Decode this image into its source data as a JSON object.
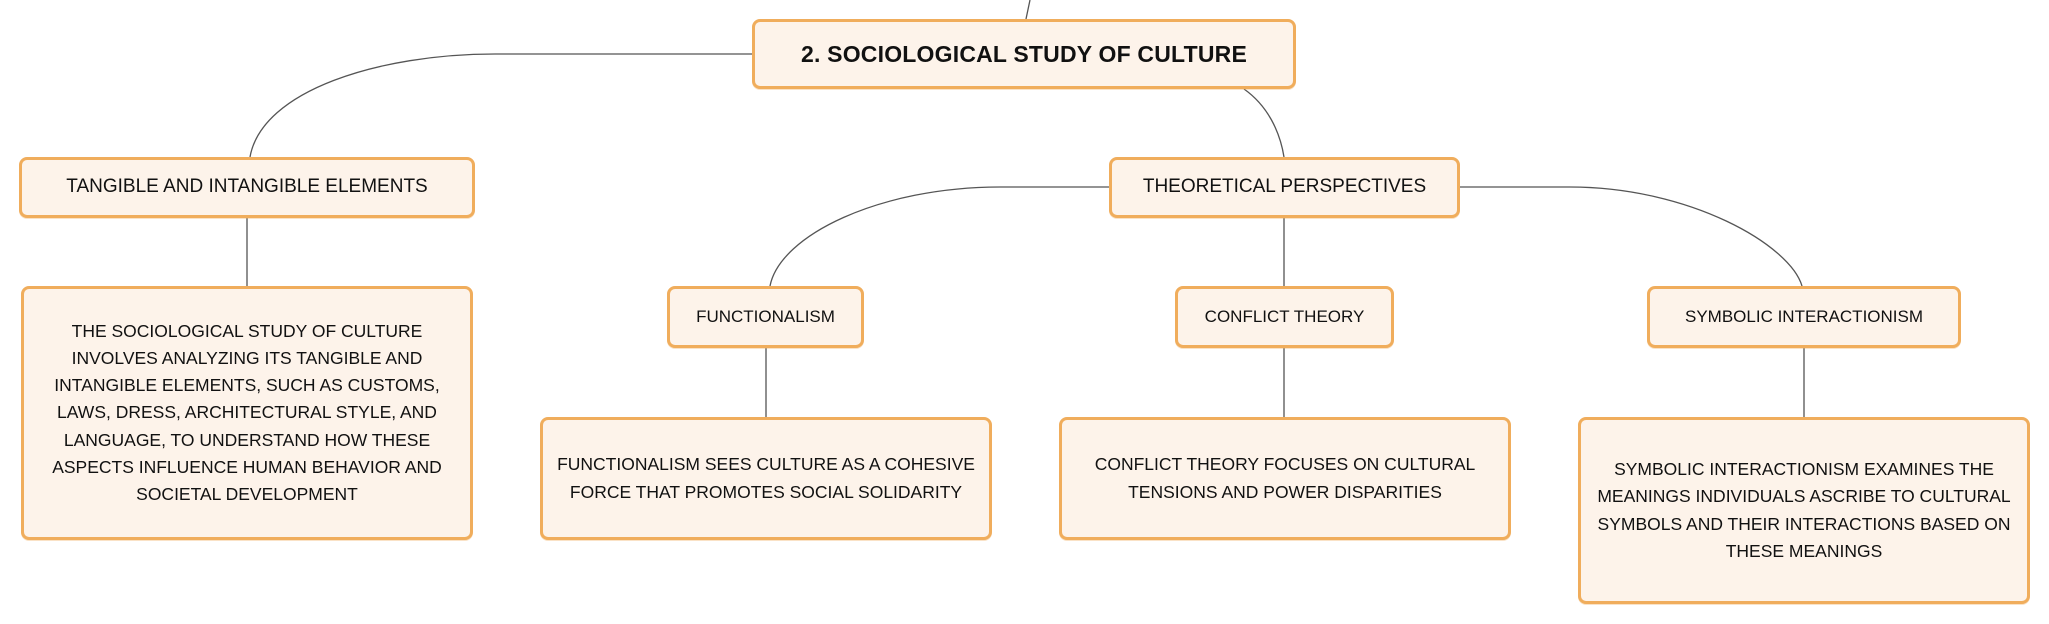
{
  "diagram": {
    "root": {
      "label": "2. SOCIOLOGICAL STUDY OF CULTURE"
    },
    "tangible": {
      "label": "TANGIBLE AND INTANGIBLE ELEMENTS",
      "description": "THE SOCIOLOGICAL STUDY OF CULTURE INVOLVES ANALYZING ITS TANGIBLE AND INTANGIBLE ELEMENTS, SUCH AS CUSTOMS, LAWS, DRESS, ARCHITECTURAL STYLE, AND LANGUAGE, TO UNDERSTAND HOW THESE ASPECTS INFLUENCE HUMAN BEHAVIOR AND SOCIETAL DEVELOPMENT"
    },
    "theoretical": {
      "label": "THEORETICAL PERSPECTIVES",
      "children": [
        {
          "label": "FUNCTIONALISM",
          "description": "FUNCTIONALISM SEES CULTURE AS A COHESIVE FORCE THAT PROMOTES SOCIAL SOLIDARITY"
        },
        {
          "label": "CONFLICT THEORY",
          "description": "CONFLICT THEORY FOCUSES ON CULTURAL TENSIONS AND POWER DISPARITIES"
        },
        {
          "label": "SYMBOLIC INTERACTIONISM",
          "description": "SYMBOLIC INTERACTIONISM EXAMINES THE MEANINGS INDIVIDUALS ASCRIBE TO CULTURAL SYMBOLS AND THEIR INTERACTIONS BASED ON THESE MEANINGS"
        }
      ]
    },
    "colors": {
      "node_fill": "#fdf3ea",
      "node_border": "#f0ad5c",
      "connector": "#555555",
      "text": "#111111"
    }
  }
}
